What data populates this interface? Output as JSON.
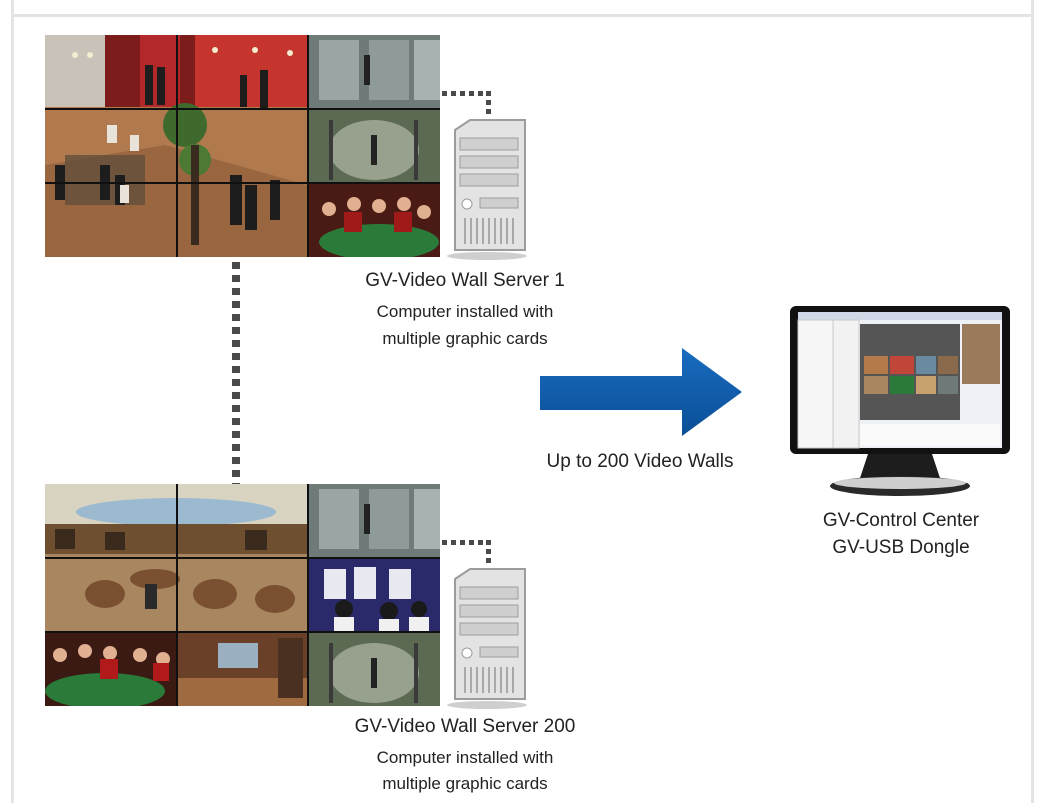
{
  "server_1": {
    "name": "GV-Video Wall Server 1",
    "line1": "Computer installed with",
    "line2": "multiple graphic cards"
  },
  "server_200": {
    "name": "GV-Video Wall Server 200",
    "line1": "Computer installed with",
    "line2": "multiple graphic cards"
  },
  "arrow_label": "Up to 200 Video Walls",
  "control_center": {
    "line1": "GV-Control Center",
    "line2": "GV-USB Dongle"
  },
  "colors": {
    "arrow": "#0a58a8",
    "connector": "#4a4a4a",
    "tower": "#d9d9d9",
    "monitor_bezel": "#111111"
  },
  "icons": [
    "video-wall-1",
    "video-wall-200",
    "server-tower-icon",
    "arrow-right-icon",
    "monitor-icon"
  ]
}
